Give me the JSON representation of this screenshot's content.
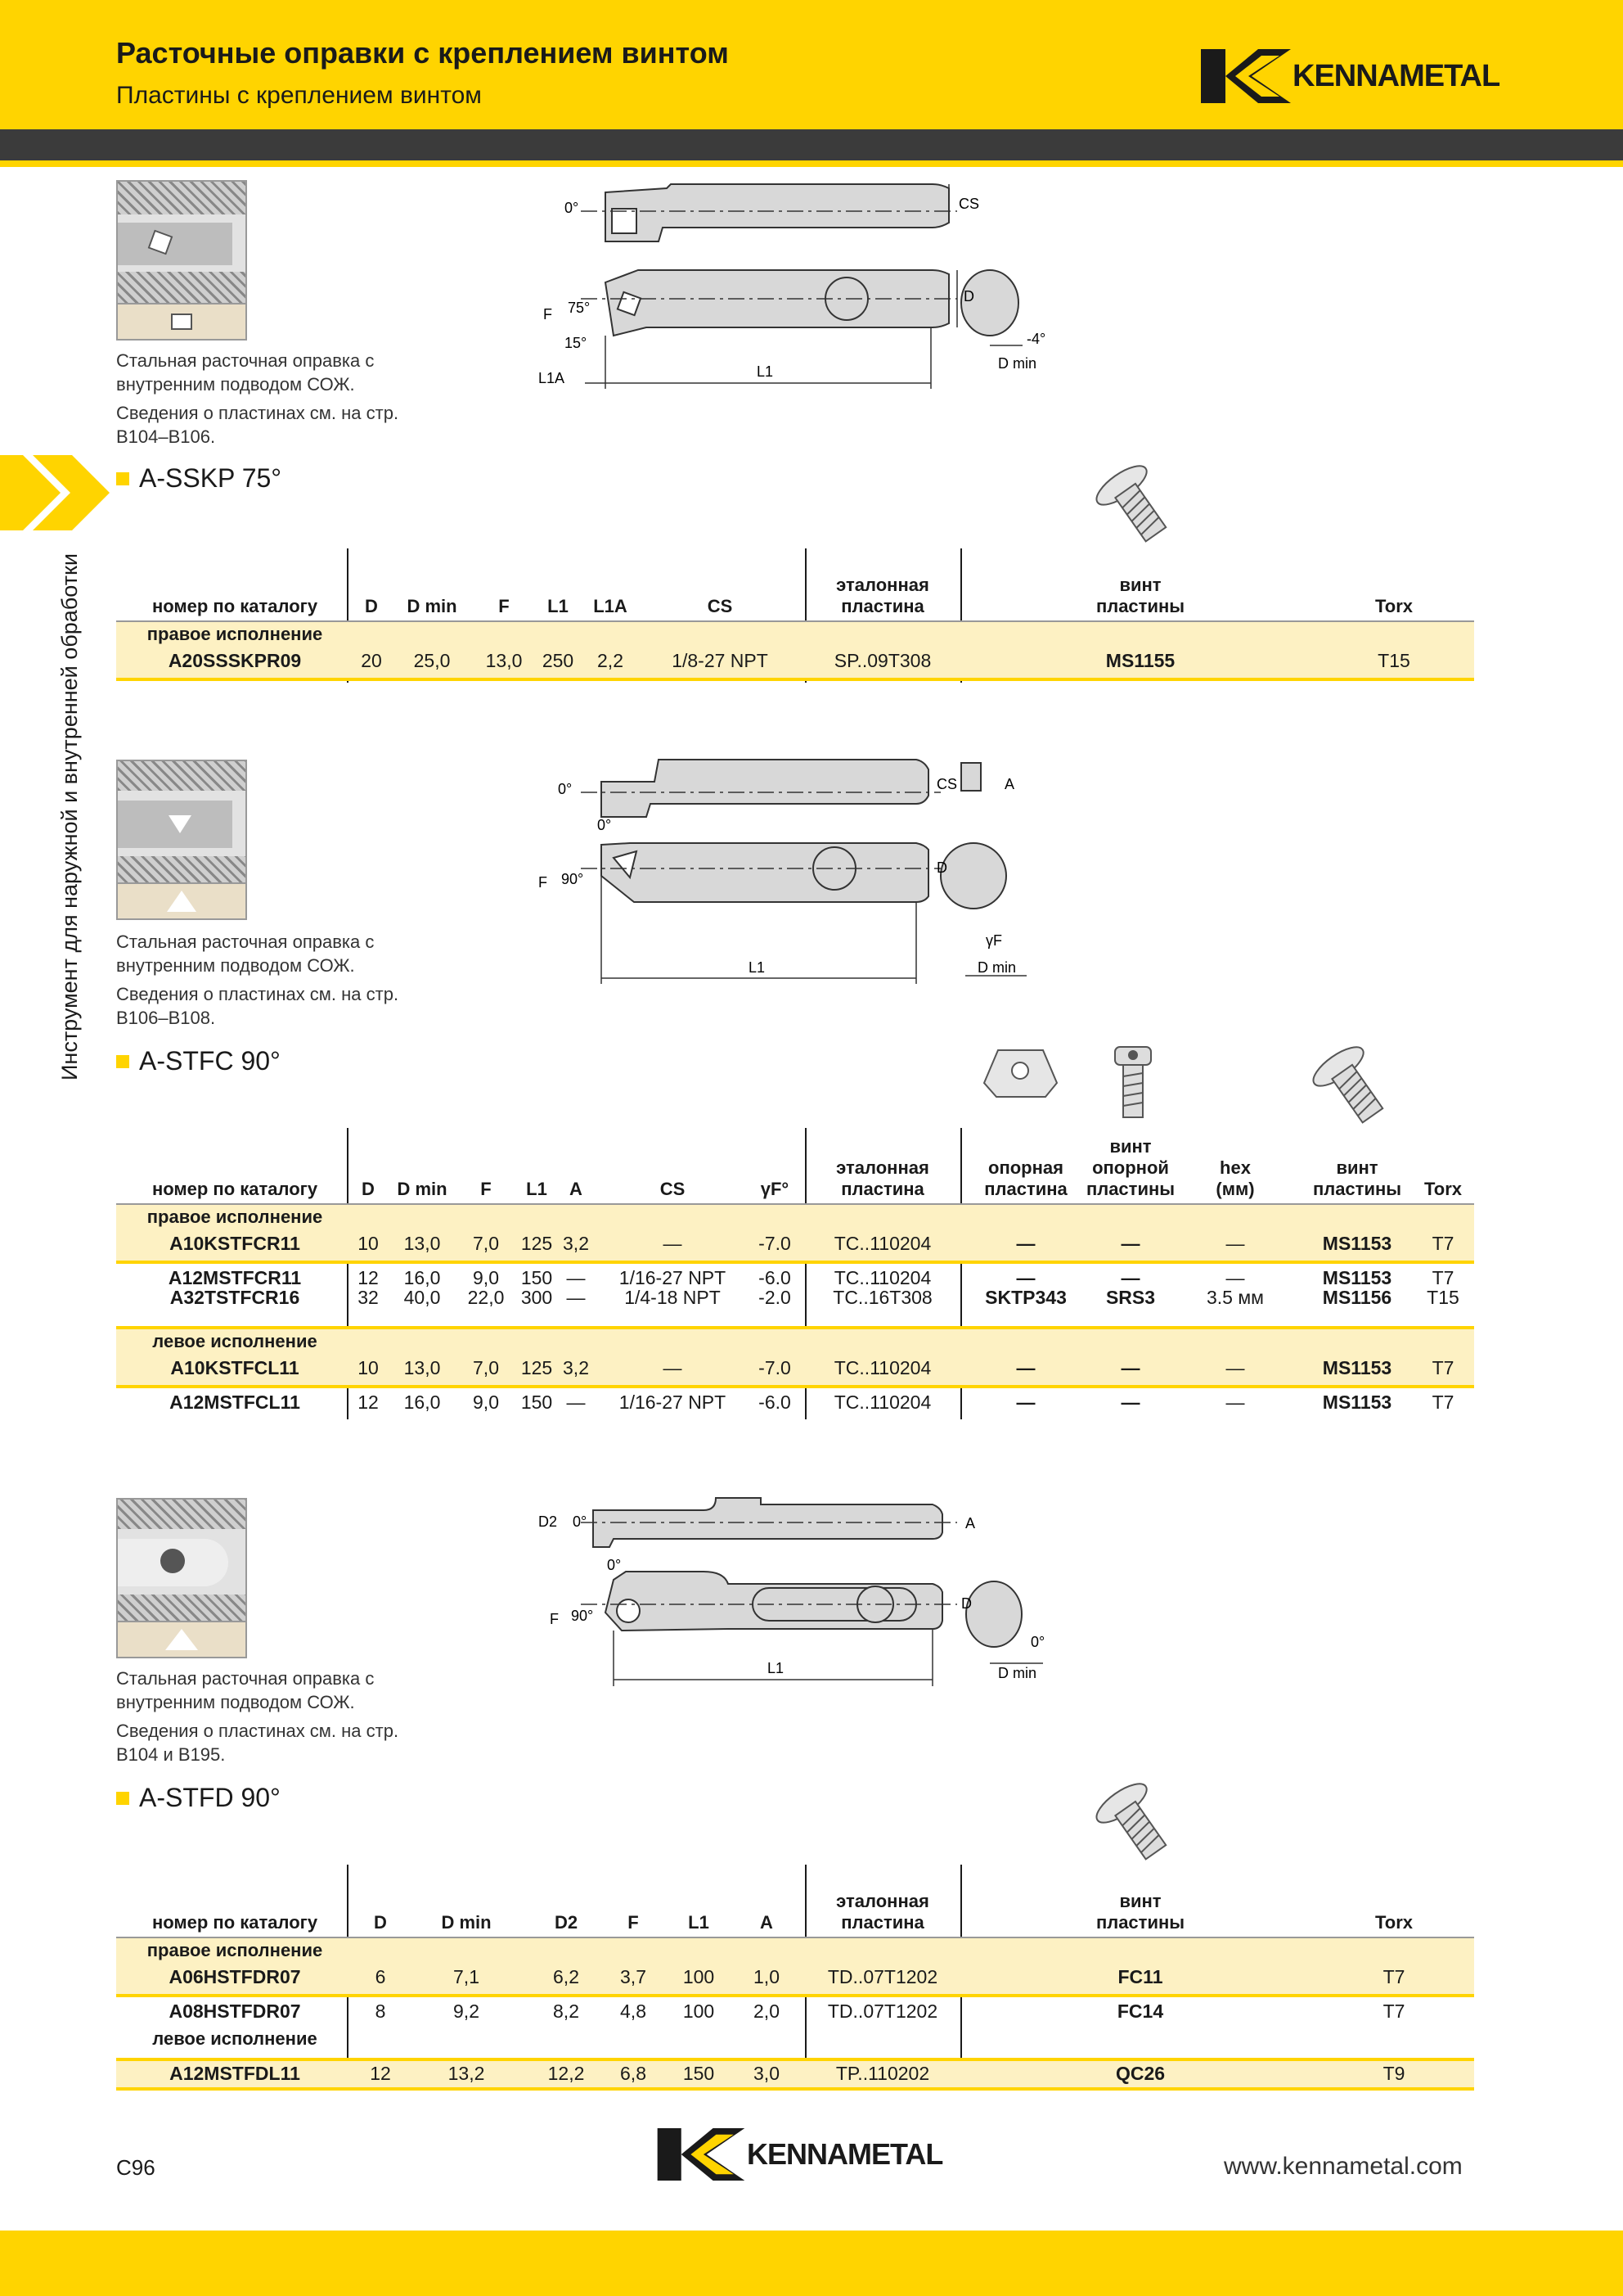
{
  "header": {
    "title": "Расточные оправки с креплением винтом",
    "subtitle": "Пластины с креплением винтом",
    "logo": "KENNAMETAL"
  },
  "side_label": "Инструмент для наружной и внутренней обработки",
  "colors": {
    "yellow": "#ffd400",
    "dark": "#3b3b3b",
    "row_highlight": "#fdf1c3"
  },
  "sections": [
    {
      "title": "A-SSKP 75°",
      "desc1": "Стальная расточная оправка с внутренним подводом СОЖ.",
      "desc2": "Сведения о пластинах см. на стр. B104–B106.",
      "drawing": {
        "angle0": "0°",
        "cs": "CS",
        "d": "D",
        "f": "F",
        "a75": "75°",
        "a15": "15°",
        "l1a": "L1A",
        "l1": "L1",
        "dmin": "D min",
        "a4": "-4°"
      },
      "headers": [
        "номер по каталогу",
        "D",
        "D min",
        "F",
        "L1",
        "L1A",
        "CS",
        "эталонная пластина",
        "винт пластины",
        "Torx"
      ],
      "group": "правое исполнение",
      "rows": [
        [
          "A20SSSKPR09",
          "20",
          "25,0",
          "13,0",
          "250",
          "2,2",
          "1/8-27 NPT",
          "SP..09T308",
          "MS1155",
          "T15"
        ]
      ]
    },
    {
      "title": "A-STFC 90°",
      "desc1": "Стальная расточная оправка с внутренним подводом СОЖ.",
      "desc2": "Сведения о пластинах см. на стр. B106–B108.",
      "drawing": {
        "angle0": "0°",
        "cs": "CS",
        "a": "A",
        "b0": "0°",
        "d": "D",
        "f": "F",
        "a90": "90°",
        "l1": "L1",
        "gf": "γF",
        "dmin": "D min"
      },
      "headers": [
        "номер по каталогу",
        "D",
        "D min",
        "F",
        "L1",
        "A",
        "CS",
        "γF°",
        "эталонная пластина",
        "опорная пластина",
        "винт опорной пластины",
        "hex (мм)",
        "винт пластины",
        "Torx"
      ],
      "group_r": "правое исполнение",
      "group_l": "левое исполнение",
      "rows_r": [
        [
          "A10KSTFCR11",
          "10",
          "13,0",
          "7,0",
          "125",
          "3,2",
          "—",
          "-7.0",
          "TC..110204",
          "—",
          "—",
          "—",
          "MS1153",
          "T7"
        ],
        [
          "A12MSTFCR11",
          "12",
          "16,0",
          "9,0",
          "150",
          "—",
          "1/16-27 NPT",
          "-6.0",
          "TC..110204",
          "—",
          "—",
          "—",
          "MS1153",
          "T7"
        ],
        [
          "A32TSTFCR16",
          "32",
          "40,0",
          "22,0",
          "300",
          "—",
          "1/4-18 NPT",
          "-2.0",
          "TC..16T308",
          "SKTP343",
          "SRS3",
          "3.5 мм",
          "MS1156",
          "T15"
        ]
      ],
      "rows_l": [
        [
          "A10KSTFCL11",
          "10",
          "13,0",
          "7,0",
          "125",
          "3,2",
          "—",
          "-7.0",
          "TC..110204",
          "—",
          "—",
          "—",
          "MS1153",
          "T7"
        ],
        [
          "A12MSTFCL11",
          "12",
          "16,0",
          "9,0",
          "150",
          "—",
          "1/16-27 NPT",
          "-6.0",
          "TC..110204",
          "—",
          "—",
          "—",
          "MS1153",
          "T7"
        ]
      ]
    },
    {
      "title": "A-STFD 90°",
      "desc1": "Стальная расточная оправка с внутренним подводом СОЖ.",
      "desc2": "Сведения о пластинах см. на стр. B104 и B195.",
      "drawing": {
        "d2": "D2",
        "angle0": "0°",
        "a": "A",
        "b0": "0°",
        "d": "D",
        "f": "F",
        "a90": "90°",
        "l1": "L1",
        "c0": "0°",
        "dmin": "D min"
      },
      "headers": [
        "номер по каталогу",
        "D",
        "D min",
        "D2",
        "F",
        "L1",
        "A",
        "эталонная пластина",
        "винт пластины",
        "Torx"
      ],
      "group_r": "правое исполнение",
      "group_l": "левое исполнение",
      "rows_r": [
        [
          "A06HSTFDR07",
          "6",
          "7,1",
          "6,2",
          "3,7",
          "100",
          "1,0",
          "TD..07T1202",
          "FC11",
          "T7"
        ],
        [
          "A08HSTFDR07",
          "8",
          "9,2",
          "8,2",
          "4,8",
          "100",
          "2,0",
          "TD..07T1202",
          "FC14",
          "T7"
        ]
      ],
      "rows_l": [
        [
          "A12MSTFDL11",
          "12",
          "13,2",
          "12,2",
          "6,8",
          "150",
          "3,0",
          "TP..110202",
          "QC26",
          "T9"
        ]
      ]
    }
  ],
  "footer": {
    "page": "C96",
    "logo": "KENNAMETAL",
    "url": "www.kennametal.com"
  }
}
